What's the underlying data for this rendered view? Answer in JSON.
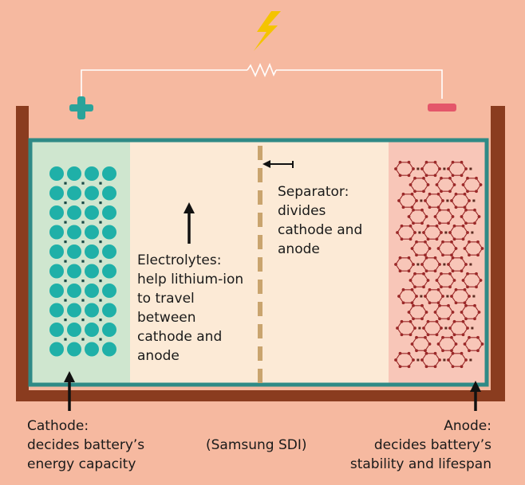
{
  "labels": {
    "electrolytes": [
      "Electrolytes:",
      "help lithium-ion",
      "to travel",
      "between",
      "cathode and",
      "anode"
    ],
    "separator": [
      "Separator:",
      "divides",
      "cathode and",
      "anode"
    ],
    "cathode": [
      "Cathode:",
      "decides battery’s",
      "energy capacity"
    ],
    "anode": [
      "Anode:",
      "decides battery’s",
      "stability and lifespan"
    ],
    "credit": "(Samsung SDI)"
  },
  "colors": {
    "background": "#f6b9a0",
    "casing": "#8a3c1f",
    "frame": "#2f8a86",
    "cathode_zone": "#cfe6cf",
    "electrolyte": "#fcead6",
    "anode_zone": "#f8c6b8",
    "cathode_particle": "#1fb0a8",
    "anode_lattice": "#9a2828",
    "plus_terminal": "#2aa39a",
    "minus_terminal": "#e4566a",
    "bolt": "#f4c400",
    "separator": "#c9a46e"
  },
  "icons": {
    "bolt": "lightning-bolt-icon",
    "plus": "plus-terminal-icon",
    "minus": "minus-terminal-icon",
    "resistor": "resistor-icon"
  }
}
